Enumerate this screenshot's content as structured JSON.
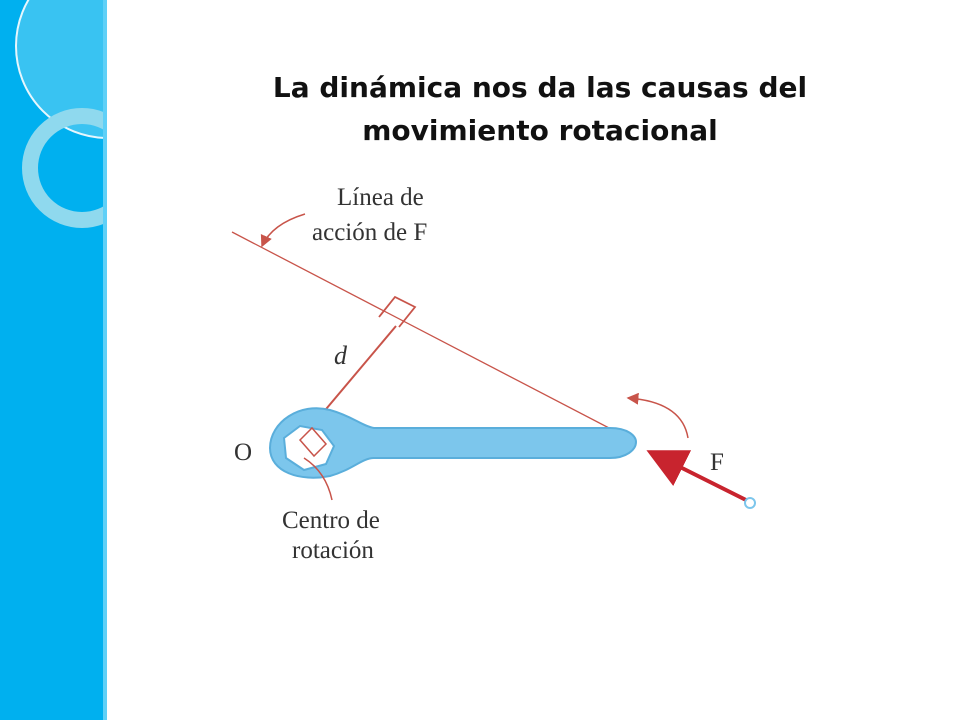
{
  "slide": {
    "title_line1": "La dinámica nos da las causas del",
    "title_line2": "movimiento rotacional"
  },
  "diagram": {
    "line_of_action_line1": "Línea de",
    "line_of_action_line2": "acción de F",
    "distance_label": "d",
    "origin_label": "O",
    "force_label": "F",
    "center_label_line1": "Centro de",
    "center_label_line2": "rotación",
    "colors": {
      "wrench_fill": "#7cc6ec",
      "wrench_stroke": "#5aaedb",
      "force_arrow": "#c8242e",
      "construction_line": "#c8544a",
      "sidebar": "#00b0ef"
    }
  }
}
